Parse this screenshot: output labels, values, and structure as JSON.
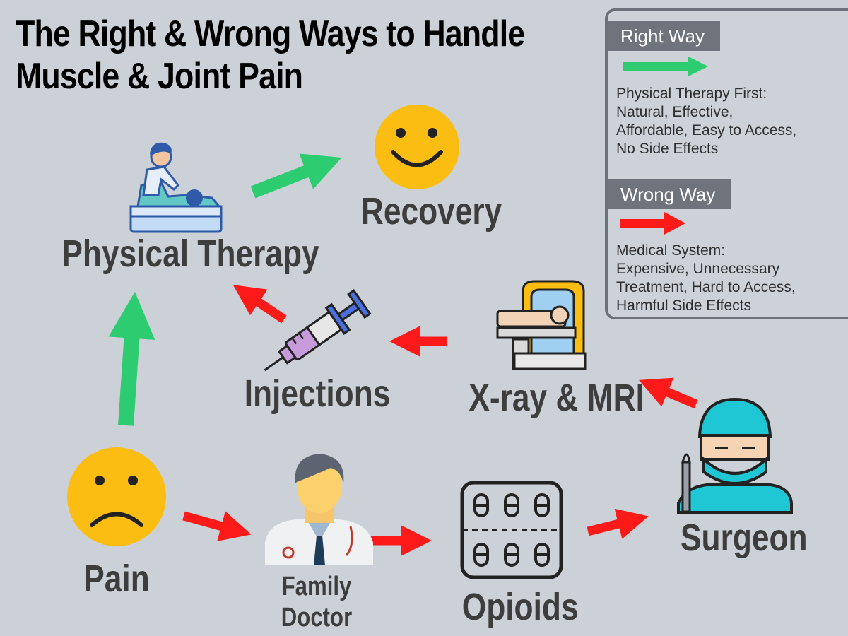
{
  "title": {
    "line1": "The Right & Wrong Ways to Handle",
    "line2": "Muscle & Joint Pain"
  },
  "nodes": {
    "physical_therapy": "Physical Therapy",
    "recovery": "Recovery",
    "injections": "Injections",
    "xray_mri": "X-ray & MRI",
    "pain": "Pain",
    "family_doctor_1": "Family",
    "family_doctor_2": "Doctor",
    "opioids": "Opioids",
    "surgeon": "Surgeon"
  },
  "legend": {
    "right_header": "Right Way",
    "right_text": "Physical Therapy First:\nNatural, Effective,\nAffordable, Easy to Access,\nNo Side Effects",
    "wrong_header": "Wrong Way",
    "wrong_text": "Medical System:\nExpensive, Unnecessary\nTreatment, Hard to Access,\nHarmful Side Effects"
  },
  "colors": {
    "right_arrow": "#2ecc71",
    "wrong_arrow": "#ff1a1a",
    "face_yellow": "#fbbd12",
    "label_gray": "#3d3d3d",
    "background": "#ccd0d7"
  },
  "icons": [
    "therapist-icon",
    "smiley-face-icon",
    "syringe-icon",
    "mri-scanner-icon",
    "sad-face-icon",
    "doctor-icon",
    "pill-pack-icon",
    "surgeon-icon"
  ]
}
